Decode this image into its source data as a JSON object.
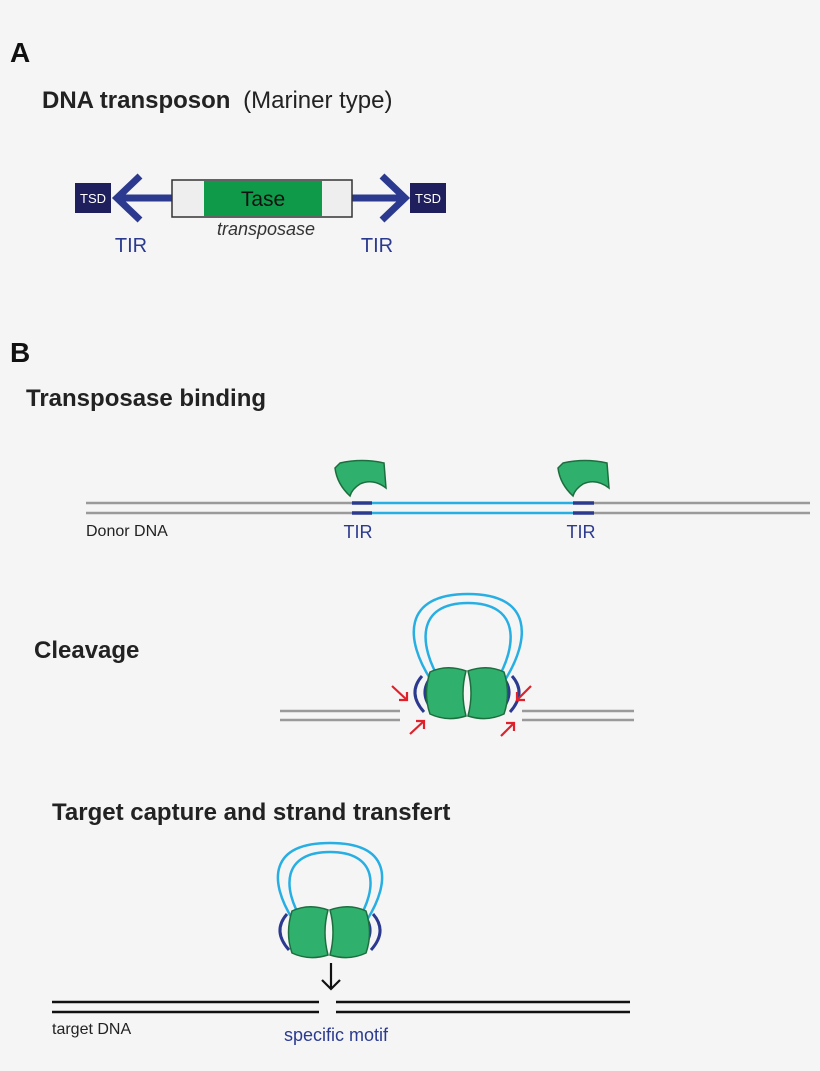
{
  "panel_a": {
    "letter": "A",
    "title_bold": "DNA transposon",
    "title_normal": "(Mariner type)",
    "tsd_left": "TSD",
    "tsd_right": "TSD",
    "gene_label": "Tase",
    "gene_caption": "transposase",
    "tir_left": "TIR",
    "tir_right": "TIR"
  },
  "panel_b": {
    "letter": "B",
    "binding": {
      "heading": "Transposase binding",
      "donor_label": "Donor DNA",
      "tir_left": "TIR",
      "tir_right": "TIR"
    },
    "cleavage": {
      "heading": "Cleavage"
    },
    "capture": {
      "heading": "Target capture and strand transfert",
      "target_label": "target DNA",
      "motif_label": "specific motif"
    }
  },
  "colors": {
    "dark_blue": "#2b3a8f",
    "tsd_navy": "#1f1f5e",
    "tase_green": "#0f9a4a",
    "protein_green": "#2fb16d",
    "protein_outline": "#1d6e3e",
    "light_blue": "#27aee3",
    "grey_dna": "#9a9a9a",
    "red_arrow": "#e0202a"
  }
}
